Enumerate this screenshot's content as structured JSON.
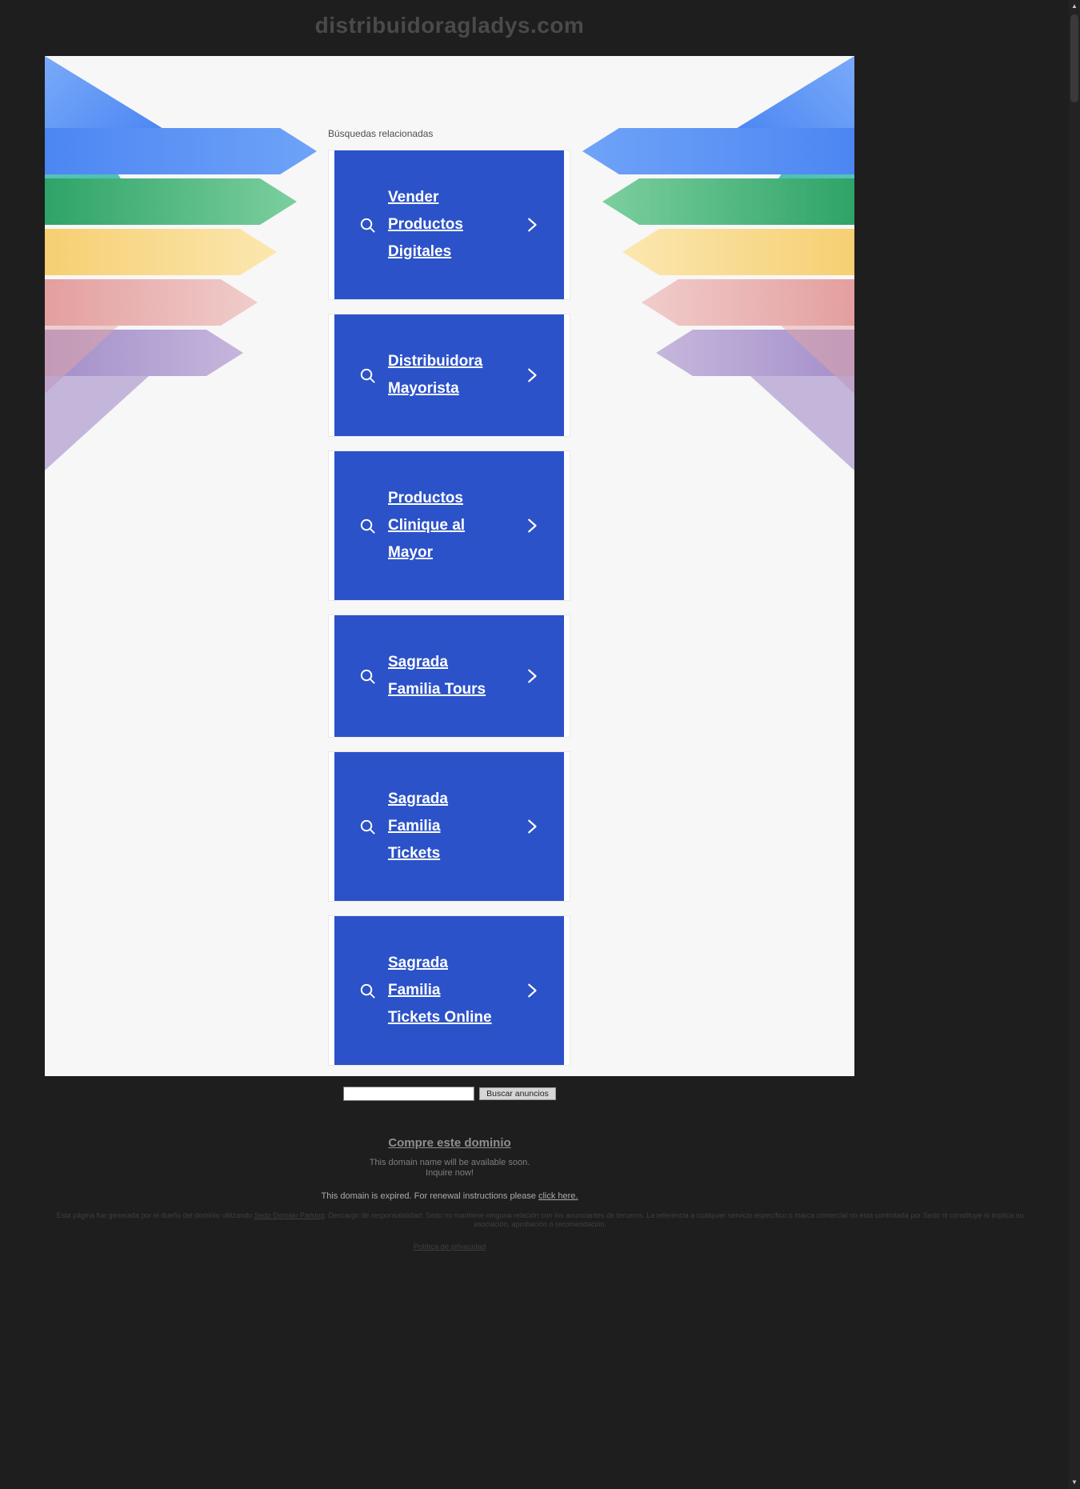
{
  "page": {
    "title": "distribuidoragladys.com"
  },
  "related_searches": {
    "heading": "Búsquedas relacionadas",
    "items": [
      "Vender Productos Digitales",
      "Distribuidora Mayorista",
      "Productos Clinique al Mayor",
      "Sagrada Familia Tours",
      "Sagrada Familia Tickets",
      "Sagrada Familia Tickets Online"
    ]
  },
  "ad_search": {
    "input_value": "",
    "button_label": "Buscar anuncios"
  },
  "domain_offer": {
    "buy_link_label": "Compre este dominio",
    "line1": "This domain name will be available soon.",
    "line2": "Inquire now!"
  },
  "renewal_notice": {
    "text": "This domain is expired. For renewal instructions please ",
    "link_label": "click here."
  },
  "fine_print": {
    "text_before_link": "Esta página fue generada por el dueño del dominio utilizando ",
    "link_label": "Sedo Domain Parking",
    "text_after_link": ". Descargo de responsabilidad: Sedo no mantiene ninguna relación con los anunciantes de terceros. La referencia a cualquier servicio específico o marca comercial no está controlada por Sedo ni constituye ni implica su asociación, aprobación o recomendación.",
    "privacy_link_label": "Política de privacidad"
  },
  "scrollbar": {
    "up_glyph": "▲",
    "down_glyph": "▼"
  },
  "colors": {
    "accent_blue": "#2b52c8",
    "page_background": "#1e1e1e",
    "panel_background": "#f7f7f7",
    "arrow_blue": "#4c86f2",
    "arrow_green": "#2ea368",
    "arrow_yellow": "#f6cf72",
    "arrow_pink": "#e08f8f",
    "arrow_purple": "#8e74bd",
    "arrow_teal": "#3cb9ae"
  },
  "icons": {
    "item_left": "search-icon",
    "item_right": "chevron-right-icon",
    "scrollbar_up": "up-arrow-icon",
    "scrollbar_down": "down-arrow-icon"
  }
}
